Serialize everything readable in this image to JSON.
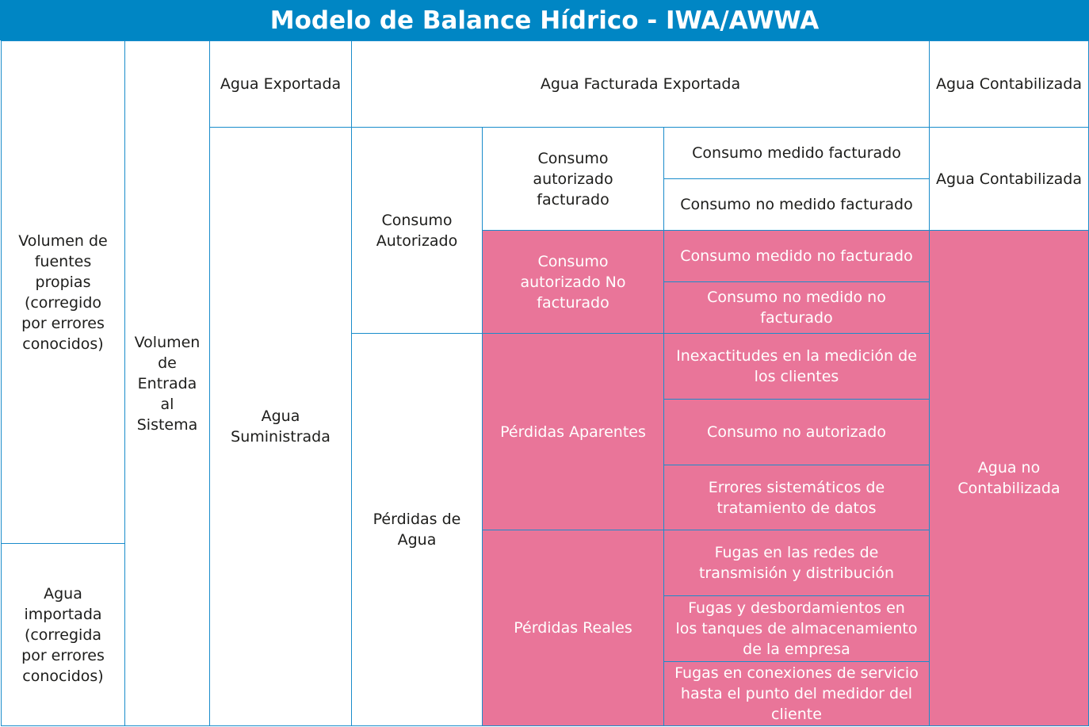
{
  "title": "Modelo de Balance Hídrico - IWA/AWWA",
  "colors": {
    "header": "#0086c4",
    "border": "#1a8ccb",
    "highlight": "#e97599",
    "text_dark": "#1d1d1b",
    "text_light": "#ffffff"
  },
  "sources": {
    "own": "Volumen de\nfuentes\npropias\n(corregido\npor errores\nconocidos)",
    "imported": "Agua\nimportada\n(corregida\npor errores\nconocidos)"
  },
  "system_input": "Volumen\nde\nEntrada\nal\nSistema",
  "exported": {
    "water": "Agua Exportada",
    "billed": "Agua Facturada Exportada",
    "accounted": "Agua Contabilizada"
  },
  "supplied": "Agua\nSuministrada",
  "authorized": {
    "label": "Consumo\nAutorizado",
    "billed": {
      "label": "Consumo\nautorizado\nfacturado",
      "metered": "Consumo medido facturado",
      "unmetered": "Consumo no medido facturado",
      "accounted": "Agua Contabilizada"
    },
    "unbilled": {
      "label": "Consumo\nautorizado No\nfacturado",
      "metered": "Consumo medido no facturado",
      "unmetered": "Consumo no medido no\nfacturado"
    }
  },
  "losses": {
    "label": "Pérdidas de\nAgua",
    "apparent": {
      "label": "Pérdidas Aparentes",
      "items": [
        "Inexactitudes en la medición de\nlos clientes",
        "Consumo no autorizado",
        "Errores sistemáticos de\ntratamiento de datos"
      ]
    },
    "real": {
      "label": "Pérdidas Reales",
      "items": [
        "Fugas en las redes de\ntransmisión y distribución",
        "Fugas y desbordamientos en\nlos tanques de almacenamiento\nde la empresa",
        "Fugas en conexiones de servicio\nhasta el punto del medidor del\ncliente"
      ]
    }
  },
  "non_revenue": "Agua no\nContabilizada"
}
